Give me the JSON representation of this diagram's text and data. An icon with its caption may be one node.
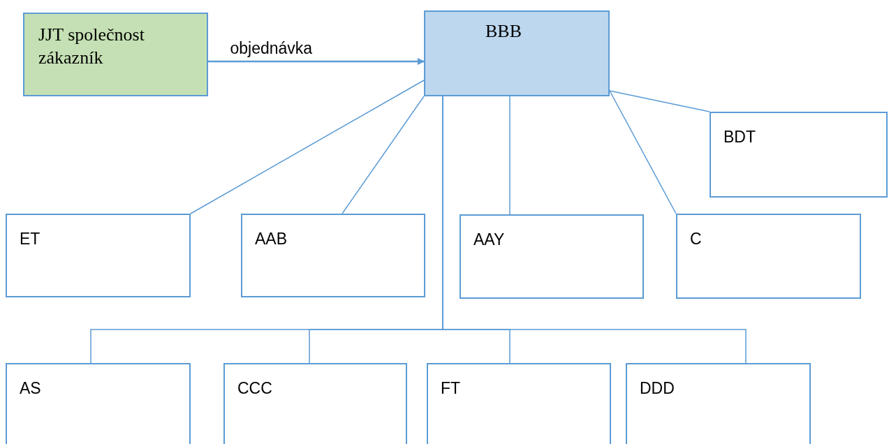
{
  "diagram": {
    "nodes": [
      {
        "text": [
          "JJT společnost zákazník"
        ]
      },
      {
        "text": [
          "BBB"
        ]
      },
      {
        "text": [
          "BDT"
        ]
      },
      {
        "text": [
          "ET"
        ]
      },
      {
        "text": [
          "AAB"
        ]
      },
      {
        "text": [
          "AAY"
        ]
      },
      {
        "text": [
          "C"
        ]
      },
      {
        "text": [
          "AS"
        ]
      },
      {
        "text": [
          "CCC"
        ]
      },
      {
        "text": [
          "FT"
        ]
      },
      {
        "text": [
          "DDD"
        ]
      }
    ],
    "edges": [
      {
        "from": 0,
        "to": 1,
        "arrow": "to",
        "label": "objednávka"
      },
      {
        "from": 1,
        "to": 3,
        "arrow": "none"
      },
      {
        "from": 1,
        "to": 4,
        "arrow": "none"
      },
      {
        "from": 1,
        "to": 5,
        "arrow": "none"
      },
      {
        "from": 1,
        "to": 6,
        "arrow": "none"
      },
      {
        "from": 1,
        "to": 2,
        "arrow": "none"
      },
      {
        "from": 1,
        "to": 7,
        "arrow": "none"
      },
      {
        "from": 1,
        "to": 8,
        "arrow": "none"
      },
      {
        "from": 1,
        "to": 9,
        "arrow": "none"
      },
      {
        "from": 1,
        "to": 10,
        "arrow": "none"
      }
    ]
  }
}
